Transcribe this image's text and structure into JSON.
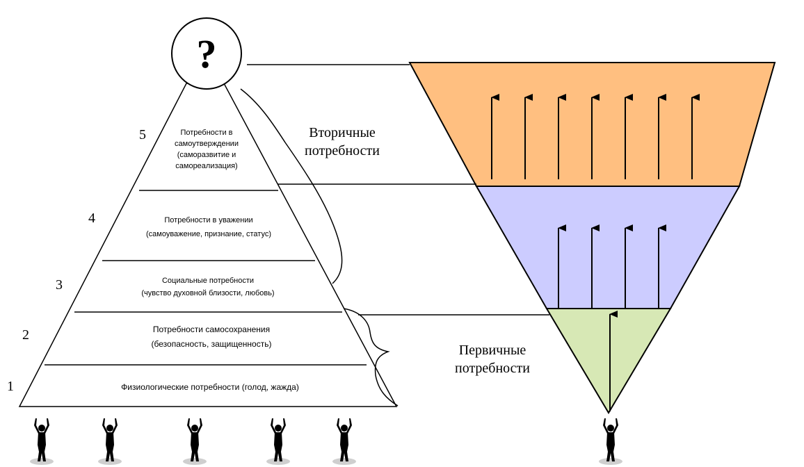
{
  "question_mark": "?",
  "pyramid": {
    "levels": [
      {
        "number": "5",
        "lines": [
          "Потребности в",
          "самоутверждении",
          "(саморазвитие и",
          "самореализация)"
        ]
      },
      {
        "number": "4",
        "lines": [
          "Потребности в уважении",
          "(самоуважение, признание, статус)"
        ]
      },
      {
        "number": "3",
        "lines": [
          "Социальные потребности",
          "(чувство духовной близости, любовь)"
        ]
      },
      {
        "number": "2",
        "lines": [
          "Потребности самосохранения",
          "(безопасность, защищенность)"
        ]
      },
      {
        "number": "1",
        "lines": [
          "Физиологические потребности (голод, жажда)"
        ]
      }
    ]
  },
  "labels": {
    "secondary": [
      "Вторичные",
      "потребности"
    ],
    "primary": [
      "Первичные",
      "потребности"
    ]
  },
  "colors": {
    "top_band": "#FFBF80",
    "middle_band": "#CCCCFF",
    "bottom_band": "#D7E8B5",
    "lines": "#000000"
  },
  "figures": {
    "icon": "person-arms-raised-icon"
  }
}
